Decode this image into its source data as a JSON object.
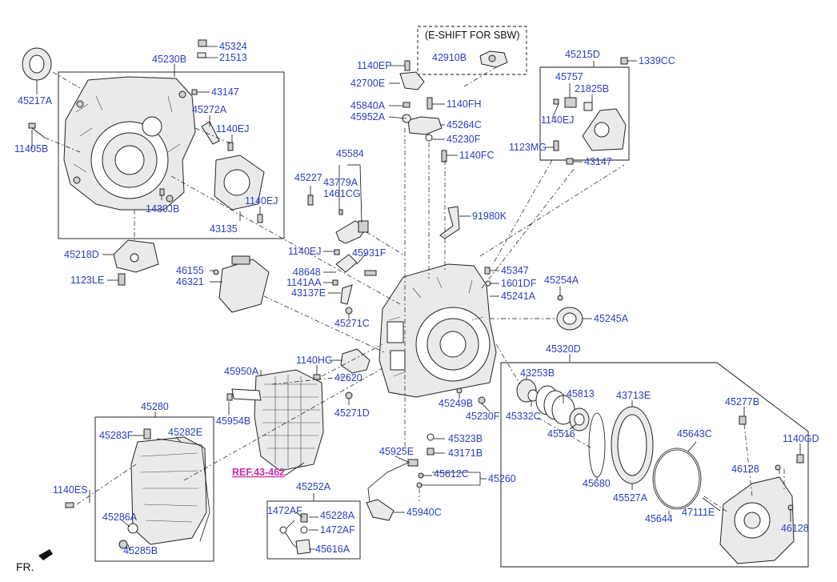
{
  "diagram": {
    "title_box": "(E-SHIFT FOR SBW)",
    "direction_label": "FR.",
    "reference_label": "REF.43-462",
    "part_labels": {
      "p45324": "45324",
      "p21513": "21513",
      "p45230B": "45230B",
      "p45217A": "45217A",
      "p43147a": "43147",
      "p45272A": "45272A",
      "p1140EJa": "1140EJ",
      "p11405B": "11405B",
      "p1430JB": "1430JB",
      "p1140EJb": "1140EJ",
      "p43135": "43135",
      "p45218D": "45218D",
      "p1123LE": "1123LE",
      "p1140EP": "1140EP",
      "p42910B": "42910B",
      "p42700E": "42700E",
      "p45840A": "45840A",
      "p1140FH": "1140FH",
      "p45952A": "45952A",
      "p45264C": "45264C",
      "p45230F": "45230F",
      "p1140FC": "1140FC",
      "p45584": "45584",
      "p45227": "45227",
      "p43779A": "43779A",
      "p1461CG": "1461CG",
      "p91980K": "91980K",
      "p1140EJc": "1140EJ",
      "p45931F": "45931F",
      "p46155": "46155",
      "p46321": "46321",
      "p48648": "48648",
      "p1141AA": "1141AA",
      "p43137E": "43137E",
      "p45271C": "45271C",
      "p45215D": "45215D",
      "p1339CC": "1339CC",
      "p45757": "45757",
      "p21825B": "21825B",
      "p1140EJd": "1140EJ",
      "p1123MG": "1123MG",
      "p43147b": "43147",
      "p45347": "45347",
      "p1601DF": "1601DF",
      "p45254A": "45254A",
      "p45241A": "45241A",
      "p45245A": "45245A",
      "p1140HG": "1140HG",
      "p42620": "42620",
      "p45950A": "45950A",
      "p45954B": "45954B",
      "p45271D": "45271D",
      "p45249B": "45249B",
      "p45230Fb": "45230F",
      "p45320D": "45320D",
      "p43253B": "43253B",
      "p45813": "45813",
      "p43713E": "43713E",
      "p45332C": "45332C",
      "p45516": "45516",
      "p45277B": "45277B",
      "p1140GD": "1140GD",
      "p45280": "45280",
      "p45283F": "45283F",
      "p45282E": "45282E",
      "p1140ES": "1140ES",
      "p45286A": "45286A",
      "p45285B": "45285B",
      "p45925E": "45925E",
      "p45323B": "45323B",
      "p43171B": "43171B",
      "p45612C": "45612C",
      "p45260": "45260",
      "p45252A": "45252A",
      "p1472AFa": "1472AF",
      "p45228A": "45228A",
      "p1472AFb": "1472AF",
      "p45616A": "45616A",
      "p45940C": "45940C",
      "p45680": "45680",
      "p45527A": "45527A",
      "p45643C": "45643C",
      "p45644": "45644",
      "p47111E": "47111E",
      "p46128a": "46128",
      "p46128b": "46128"
    }
  }
}
